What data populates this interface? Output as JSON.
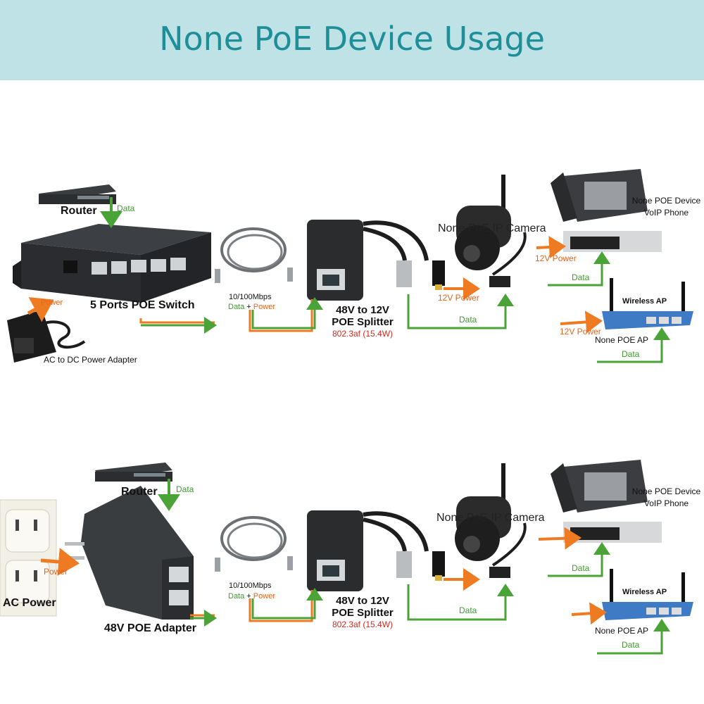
{
  "title": "None PoE Device Usage",
  "top": {
    "router": "Router",
    "data_router": "Data",
    "switch": "5 Ports POE Switch",
    "adapter": "AC to DC Power Adapter",
    "adapter_power": "Power",
    "cable_speed": "10/100Mbps",
    "cable_data": "Data",
    "cable_plus": " + ",
    "cable_power": "Power",
    "splitter_line1": "48V to 12V",
    "splitter_line2": "POE Splitter",
    "splitter_spec": "802.3af (15.4W)",
    "camera": "None PoE IP Camera",
    "camera_power": "12V Power",
    "camera_data": "Data",
    "phone_line1": "None POE Device",
    "phone_line2": "VoIP Phone",
    "phone_power": "12V Power",
    "phone_data": "Data",
    "ap_brand": "Wireless AP",
    "ap_label": "None POE AP",
    "ap_power": "12V Power",
    "ap_data": "Data"
  },
  "bottom": {
    "router": "Router",
    "data_router": "Data",
    "outlet": "AC Power",
    "outlet_power": "Power",
    "adapter": "48V POE Adapter",
    "cable_speed": "10/100Mbps",
    "cable_data": "Data",
    "cable_plus": " + ",
    "cable_power": "Power",
    "splitter_line1": "48V to 12V",
    "splitter_line2": "POE Splitter",
    "splitter_spec": "802.3af (15.4W)",
    "camera": "None PoE IP Camera",
    "camera_data": "Data",
    "phone_line1": "None POE Device",
    "phone_line2": "VoIP Phone",
    "phone_data": "Data",
    "ap_brand": "Wireless AP",
    "ap_label": "None POE AP",
    "ap_data": "Data"
  },
  "colors": {
    "banner": "#bfe2e6",
    "title": "#1e8f98",
    "data_arrow": "#4aa336",
    "power_arrow": "#ee7a22"
  }
}
